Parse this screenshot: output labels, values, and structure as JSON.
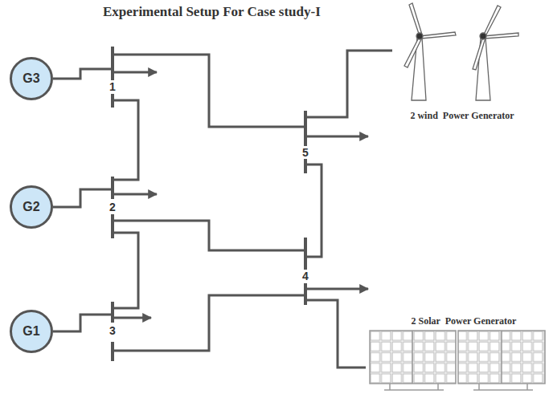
{
  "diagram": {
    "title": "Experimental Setup For Case study-I",
    "nodes": [
      {
        "text": [
          "G3"
        ]
      },
      {
        "text": [
          "1"
        ]
      },
      {
        "text": [
          "2 wind  Power Generator"
        ]
      },
      {
        "text": [
          "5"
        ]
      },
      {
        "text": [
          "G2"
        ]
      },
      {
        "text": [
          "2"
        ]
      },
      {
        "text": [
          "4"
        ]
      },
      {
        "text": [
          "2 Solar  Power Generator"
        ]
      },
      {
        "text": [
          "G1"
        ]
      },
      {
        "text": [
          "3"
        ]
      }
    ],
    "edges": [
      {
        "from": 0,
        "to": 1,
        "arrow": "none"
      },
      {
        "from": 1,
        "to": 3,
        "arrow": "none"
      },
      {
        "from": 1,
        "to": 5,
        "arrow": "none"
      },
      {
        "from": 4,
        "to": 5,
        "arrow": "none"
      },
      {
        "from": 5,
        "to": 6,
        "arrow": "none"
      },
      {
        "from": 5,
        "to": 9,
        "arrow": "none"
      },
      {
        "from": 8,
        "to": 9,
        "arrow": "none"
      },
      {
        "from": 9,
        "to": 6,
        "arrow": "none"
      },
      {
        "from": 3,
        "to": 6,
        "arrow": "none"
      },
      {
        "from": 3,
        "to": 2,
        "arrow": "none"
      },
      {
        "from": 6,
        "to": 7,
        "arrow": "none"
      }
    ]
  }
}
